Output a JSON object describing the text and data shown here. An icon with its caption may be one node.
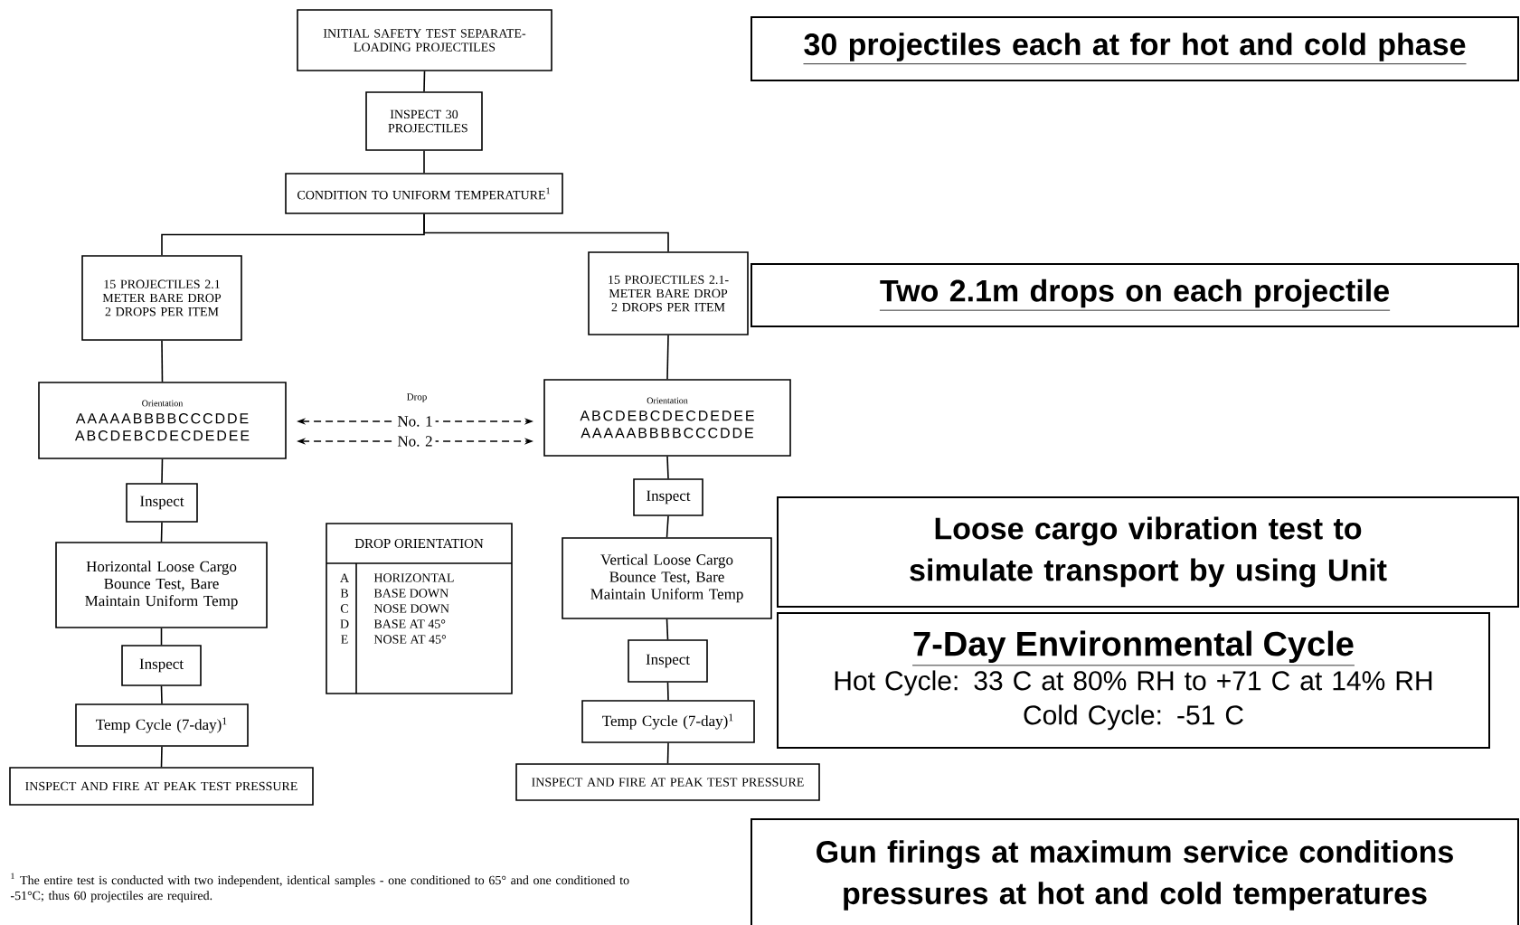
{
  "diagram": {
    "nodes": [
      {
        "text": [
          "INITIAL SAFETY TEST SEPARATE-LOADING PROJECTILES"
        ]
      },
      {
        "text": [
          "INSPECT 30 PROJECTILES"
        ]
      },
      {
        "text": [
          "CONDITION TO UNIFORM TEMPERATURE$^{1}$"
        ]
      },
      {
        "text": [
          "15 PROJECTILES 2.1 METER BARE DROP 2 DROPS PER ITEM"
        ]
      },
      {
        "text": [
          "15 PROJECTILES 2.1-METER BARE DROP 2 DROPS PER ITEM"
        ]
      },
      {
        "text": [
          "Orientation",
          "AAAAABBBBCCCDDE",
          "ABCDEBCDECDEDEE"
        ]
      },
      {
        "text": [
          "Orientation",
          "ABCDEBCDECDEDEE",
          "AAAAABBBBCCCDDE"
        ]
      },
      {
        "text": [
          "Inspect"
        ]
      },
      {
        "text": [
          "Inspect"
        ]
      },
      {
        "text": [
          "Horizontal Loose Cargo Bounce Test, Bare Maintain Uniform Temp"
        ]
      },
      {
        "text": [
          "Vertical Loose Cargo Bounce Test, Bare Maintain Uniform Temp"
        ]
      },
      {
        "text": [
          "Inspect"
        ]
      },
      {
        "text": [
          "Inspect"
        ]
      },
      {
        "text": [
          "Temp Cycle (7-day)$^{1}$"
        ]
      },
      {
        "text": [
          "Temp Cycle (7-day)$^{1}$"
        ]
      },
      {
        "text": [
          "INSPECT AND FIRE AT PEAK TEST PRESSURE"
        ]
      },
      {
        "text": [
          "INSPECT AND FIRE AT PEAK TEST PRESSURE"
        ]
      },
      {
        "text": [
          "DROP ORIENTATION",
          "A",
          "HORIZONTAL",
          "B",
          "BASE DOWN",
          "C",
          "NOSE DOWN",
          "D",
          "BASE AT 45°",
          "E",
          "NOSE AT 45°"
        ]
      },
      {
        "text": [
          "30 projectiles each at for hot and cold phase"
        ]
      },
      {
        "text": [
          "Two 2.1m drops on each projectile"
        ]
      },
      {
        "text": [
          "Loose cargo vibration test to simulate transport by using Unit"
        ]
      },
      {
        "text": [
          "7-Day Environmental Cycle",
          "Hot Cycle: 33 C at 80% RH to +71 C at 14% RH",
          "Cold Cycle: -51 C"
        ]
      },
      {
        "text": [
          "Gun firings at maximum service conditions pressures at hot and cold temperatures"
        ]
      }
    ],
    "edges": [
      {
        "from": 0,
        "to": 1,
        "arrow": "none"
      },
      {
        "from": 1,
        "to": 2,
        "arrow": "none"
      },
      {
        "from": 2,
        "to": 3,
        "arrow": "none"
      },
      {
        "from": 2,
        "to": 4,
        "arrow": "none"
      },
      {
        "from": 3,
        "to": 5,
        "arrow": "none"
      },
      {
        "from": 4,
        "to": 6,
        "arrow": "none"
      },
      {
        "from": 5,
        "to": 6,
        "arrow": "both",
        "style": "dashed",
        "label": "No. 1"
      },
      {
        "from": 5,
        "to": 6,
        "arrow": "both",
        "style": "dashed",
        "label": "No. 2"
      },
      {
        "from": 5,
        "to": 7,
        "arrow": "none"
      },
      {
        "from": 7,
        "to": 9,
        "arrow": "none"
      },
      {
        "from": 9,
        "to": 11,
        "arrow": "none"
      },
      {
        "from": 11,
        "to": 13,
        "arrow": "none"
      },
      {
        "from": 13,
        "to": 15,
        "arrow": "none"
      },
      {
        "from": 6,
        "to": 8,
        "arrow": "none"
      },
      {
        "from": 8,
        "to": 10,
        "arrow": "none"
      },
      {
        "from": 10,
        "to": 12,
        "arrow": "none"
      },
      {
        "from": 12,
        "to": 14,
        "arrow": "none"
      },
      {
        "from": 14,
        "to": 16,
        "arrow": "none"
      }
    ],
    "labels": [
      "Drop",
      "$^{1}$ The entire test is conducted with two independent, identical samples - one conditioned to 65° and one conditioned to -51°C; thus 60 projectiles are required."
    ]
  }
}
